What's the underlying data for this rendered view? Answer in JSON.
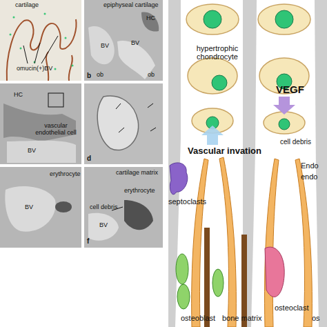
{
  "diagram": {
    "labels": [
      "cartilage",
      "omucin(+)BV",
      "epiphyseal cartilage",
      "HC",
      "BV",
      "BV",
      "ob",
      "ob",
      "b",
      "HC",
      "vascular endothelial cell",
      "BV",
      "d",
      "erythrocyte",
      "BV",
      "erythrocyte",
      "cartilage matrix",
      "cell debris",
      "BV",
      "f",
      "hypertrophic chondrocyte",
      "VEGF",
      "Vascular invation",
      "septoclasts",
      "cell debris",
      "Endo",
      "endo",
      "osteoclast",
      "osteoblast",
      "bone matrix",
      "os"
    ]
  }
}
